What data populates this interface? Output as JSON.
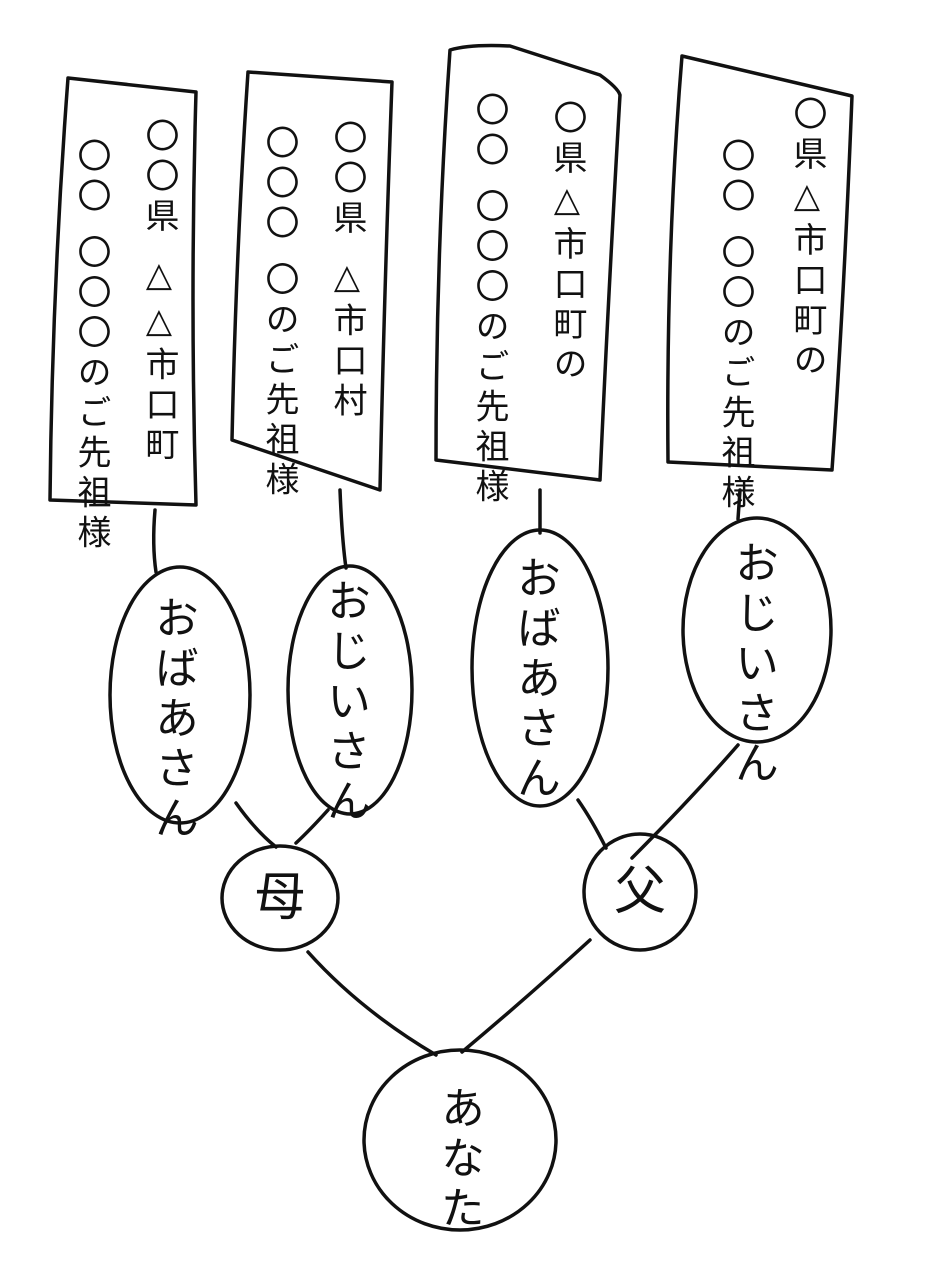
{
  "diagram": {
    "title": "",
    "type": "family-tree",
    "tablets": [
      {
        "id": "tablet-1",
        "place": "〇〇県 △△市口町",
        "ancestor": "〇〇 〇〇〇のご先祖様"
      },
      {
        "id": "tablet-2",
        "place": "〇〇県 △市口村",
        "ancestor": "〇〇〇 〇のご先祖様"
      },
      {
        "id": "tablet-3",
        "place": "〇県△市口町の",
        "ancestor": "〇〇 〇〇〇のご先祖様"
      },
      {
        "id": "tablet-4",
        "place": "〇県△市口町の",
        "ancestor": "〇〇 〇〇のご先祖様"
      }
    ],
    "grandparents": [
      {
        "id": "maternal-grandmother",
        "label": "おばあさん"
      },
      {
        "id": "maternal-grandfather",
        "label": "おじいさん"
      },
      {
        "id": "paternal-grandmother",
        "label": "おばあさん"
      },
      {
        "id": "paternal-grandfather",
        "label": "おじいさん"
      }
    ],
    "parents": [
      {
        "id": "mother",
        "label": "母"
      },
      {
        "id": "father",
        "label": "父"
      }
    ],
    "self": {
      "id": "you",
      "label": "あなた"
    },
    "edges": [
      [
        "tablet-1",
        "maternal-grandmother"
      ],
      [
        "tablet-2",
        "maternal-grandfather"
      ],
      [
        "tablet-3",
        "paternal-grandmother"
      ],
      [
        "tablet-4",
        "paternal-grandfather"
      ],
      [
        "maternal-grandmother",
        "mother"
      ],
      [
        "maternal-grandfather",
        "mother"
      ],
      [
        "paternal-grandmother",
        "father"
      ],
      [
        "paternal-grandfather",
        "father"
      ],
      [
        "mother",
        "you"
      ],
      [
        "father",
        "you"
      ]
    ]
  }
}
